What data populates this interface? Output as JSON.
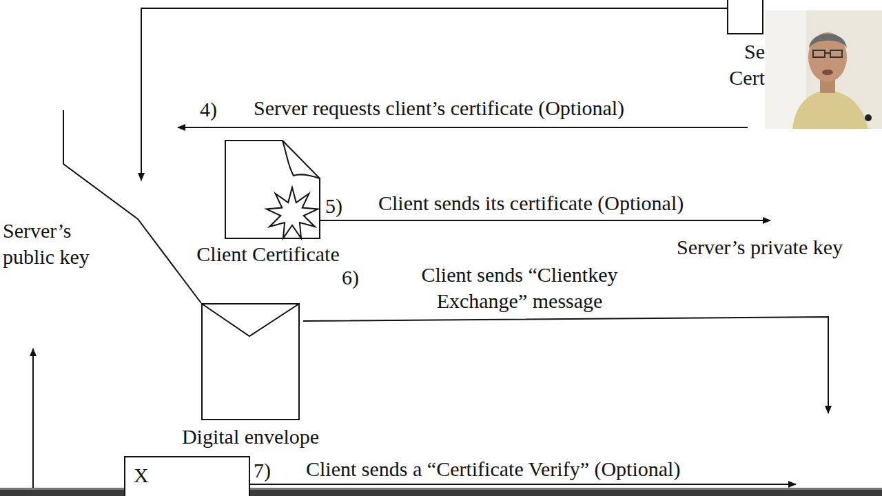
{
  "diagram": {
    "nodes": [
      {
        "text": [
          "Se Cert"
        ]
      },
      {
        "text": [
          "Client Certificate"
        ]
      },
      {
        "text": [
          "Digital envelope"
        ]
      },
      {
        "text": [
          "X"
        ]
      }
    ],
    "labels": [
      "4)",
      "Server requests client’s certificate (Optional)",
      "5)",
      "Client sends its certificate (Optional)",
      "Server’s public key",
      "Server’s private key",
      "6)",
      "Client sends “Clientkey Exchange” message",
      "7)",
      "Client sends a “Certificate Verify” (Optional)"
    ]
  }
}
